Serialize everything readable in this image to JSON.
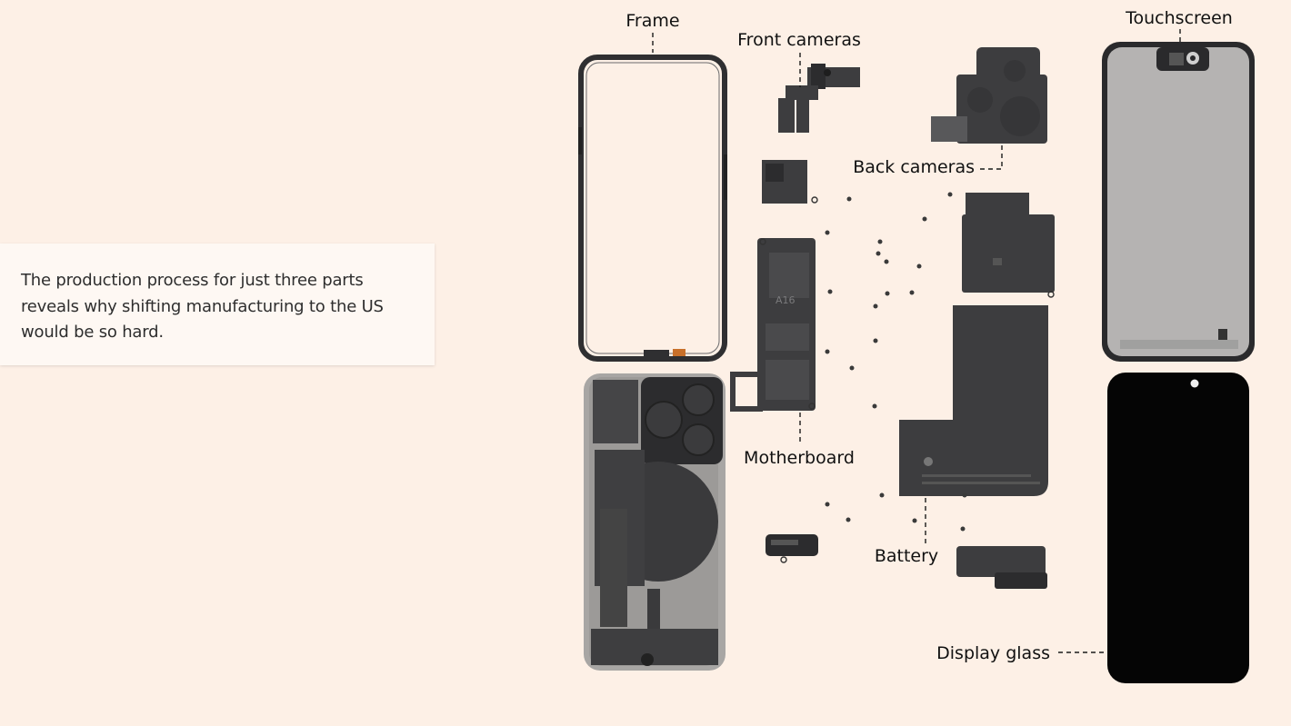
{
  "caption": {
    "text": "The production process for just three parts reveals why shifting manufacturing to the US would be so hard."
  },
  "diagram": {
    "labels": {
      "frame": "Frame",
      "front_cameras": "Front cameras",
      "back_cameras": "Back cameras",
      "touchscreen": "Touchscreen",
      "motherboard": "Motherboard",
      "battery": "Battery",
      "display_glass": "Display glass"
    },
    "chip_label": "A16"
  },
  "colors": {
    "background": "#fdf0e6",
    "card": "#fef8f3",
    "component": "#3d3d3f",
    "display_glass": "#050505"
  }
}
